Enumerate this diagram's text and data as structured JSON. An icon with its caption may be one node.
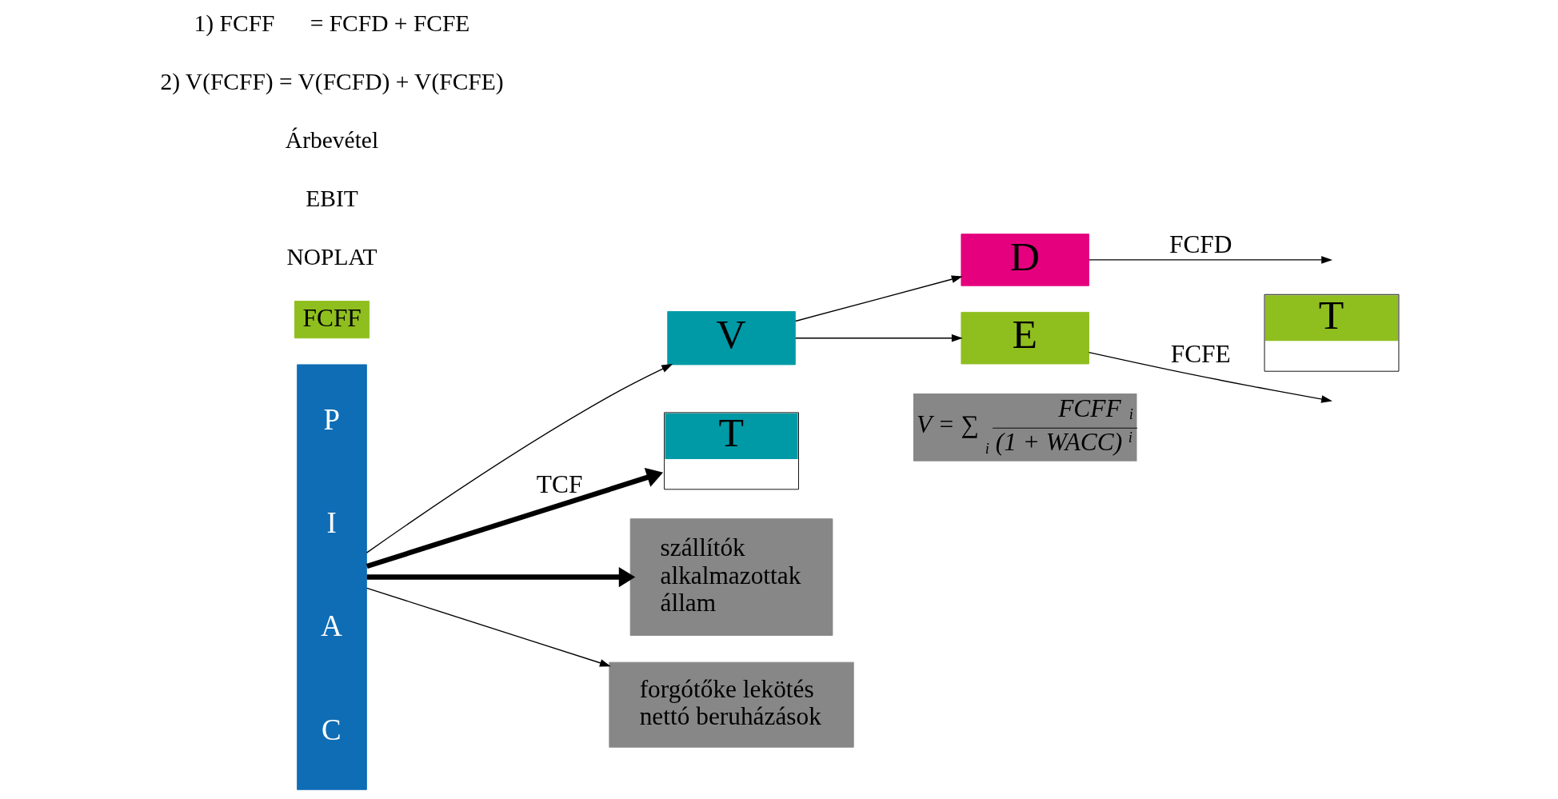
{
  "diagram": {
    "nodes": [
      {
        "text": [
          "P I A C"
        ]
      },
      {
        "text": [
          "FCFF"
        ]
      },
      {
        "text": [
          "V"
        ]
      },
      {
        "text": [
          "D"
        ]
      },
      {
        "text": [
          "E"
        ]
      },
      {
        "text": [
          "T"
        ]
      },
      {
        "text": [
          "T"
        ]
      },
      {
        "text": [
          "szállítók",
          "alkalmazottak",
          "állam"
        ]
      },
      {
        "text": [
          "forgótőke lekötés",
          "nettó beruházások"
        ]
      },
      {
        "text": [
          "V = ∑",
          "i",
          "FCFF",
          "i",
          "(1 + WACC)",
          "i"
        ]
      }
    ],
    "edges": [
      {
        "from": 0,
        "to": 7,
        "arrow": "to",
        "style": "thick"
      },
      {
        "from": 0,
        "to": 5,
        "arrow": "to",
        "label": "TCF",
        "style": "thick"
      },
      {
        "from": 0,
        "to": 8,
        "arrow": "to"
      },
      {
        "from": 0,
        "to": 2,
        "arrow": "to"
      },
      {
        "from": 2,
        "to": 3,
        "arrow": "to"
      },
      {
        "from": 2,
        "to": 4,
        "arrow": "to"
      },
      {
        "from": 3,
        "to": null,
        "arrow": "to",
        "label": "FCFD"
      },
      {
        "from": 4,
        "to": null,
        "arrow": "to",
        "label": "FCFE"
      }
    ],
    "labels": [
      "1) FCFF      = FCFD + FCFE",
      "2) V(FCFF) = V(FCFD) + V(FCFE)",
      "Árbevétel",
      "EBIT",
      "NOPLAT"
    ]
  }
}
